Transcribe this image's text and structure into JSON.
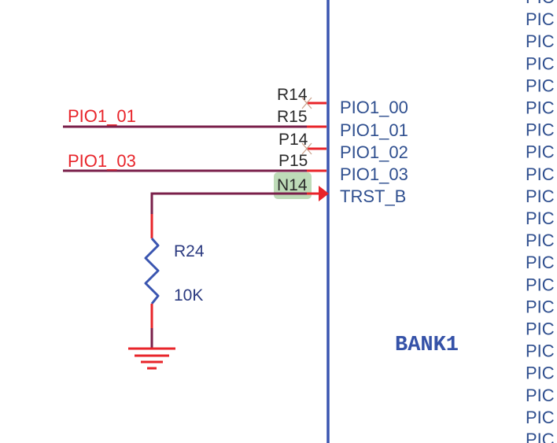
{
  "schematic": {
    "bank_label": "BANK1",
    "pins": [
      {
        "number": "R14",
        "name": "PIO1_00",
        "connected": false,
        "net": null
      },
      {
        "number": "R15",
        "name": "PIO1_01",
        "connected": true,
        "net": "PIO1_01"
      },
      {
        "number": "P14",
        "name": "PIO1_02",
        "connected": false,
        "net": null
      },
      {
        "number": "P15",
        "name": "PIO1_03",
        "connected": true,
        "net": "PIO1_03"
      },
      {
        "number": "N14",
        "name": "TRST_B",
        "connected": true,
        "net": null,
        "highlighted": true,
        "direction": "input"
      }
    ],
    "net_labels": [
      "PIO1_01",
      "PIO1_03"
    ],
    "resistor": {
      "ref": "R24",
      "value": "10K"
    },
    "ground": "ground-symbol",
    "right_column_label": "PIC",
    "right_column_count": 21,
    "colors": {
      "pin_wire": "#e8242a",
      "net_wire": "#7a1f4a",
      "body_line": "#3a55b0",
      "pin_name": "#2f4f8f",
      "highlight": "#a8cfa0"
    }
  }
}
